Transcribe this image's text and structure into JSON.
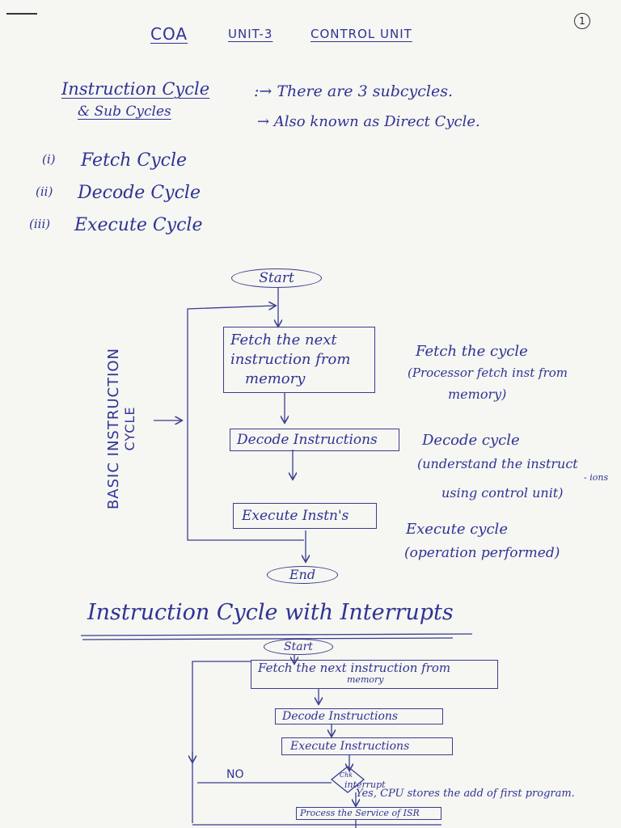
{
  "page_number": "1",
  "header": {
    "subject": "COA",
    "unit": "UNIT-3",
    "topic": "CONTROL UNIT"
  },
  "intro": {
    "heading_line1": "Instruction Cycle",
    "heading_line2": "& Sub Cycles",
    "note1": ":→ There are 3 subcycles.",
    "note2": "→ Also known as Direct Cycle."
  },
  "subcycles": [
    {
      "marker": "(i)",
      "label": "Fetch Cycle"
    },
    {
      "marker": "(ii)",
      "label": "Decode Cycle"
    },
    {
      "marker": "(iii)",
      "label": "Execute Cycle"
    }
  ],
  "basic_flow": {
    "side_label_line1": "BASIC INSTRUCTION",
    "side_label_line2": "CYCLE",
    "start": "Start",
    "fetch_line1": "Fetch the next",
    "fetch_line2": "instruction from",
    "fetch_line3": "memory",
    "decode": "Decode Instructions",
    "execute": "Execute Instn's",
    "end": "End",
    "fetch_note_line1": "Fetch the cycle",
    "fetch_note_line2": "(Processor fetch inst from",
    "fetch_note_line3": "memory)",
    "decode_note_line1": "Decode cycle",
    "decode_note_line2": "(understand the instruct",
    "decode_note_suffix": "- ions",
    "decode_note_line3": "using control unit)",
    "execute_note_line1": "Execute cycle",
    "execute_note_line2": "(operation performed)"
  },
  "interrupt_flow": {
    "heading": "Instruction Cycle with Interrupts",
    "start": "Start",
    "fetch_line1": "Fetch the next instruction from",
    "fetch_line2": "memory",
    "decode": "Decode Instructions",
    "execute": "Execute Instructions",
    "no_label": "NO",
    "check_line1": "Chk",
    "check_line2": "interrupt",
    "yes_note": "Yes, CPU stores the add of first program.",
    "process": "Process the Service of ISR"
  }
}
